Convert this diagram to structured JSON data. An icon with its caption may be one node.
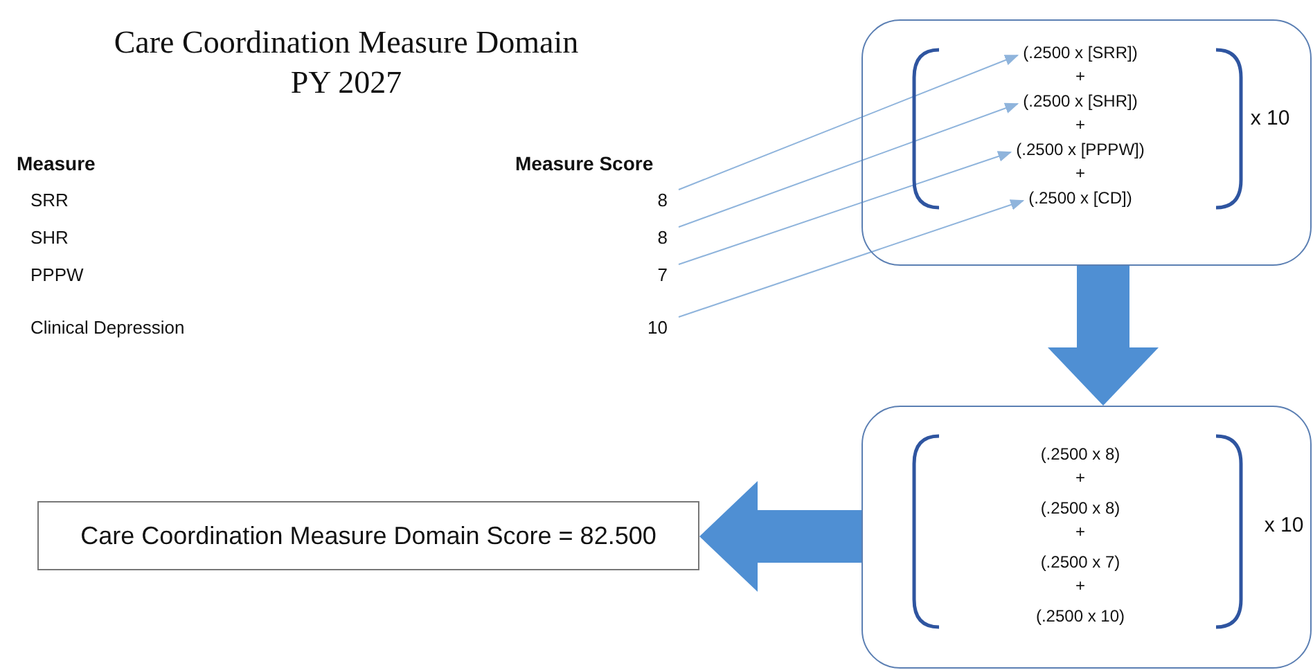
{
  "diagram": {
    "title": "Care Coordination Measure Domain PY 2027",
    "nodes": [
      {
        "text": [
          "8"
        ]
      },
      {
        "text": [
          "8"
        ]
      },
      {
        "text": [
          "7"
        ]
      },
      {
        "text": [
          "10"
        ]
      },
      {
        "text": [
          "+",
          "+",
          "+",
          "x 10"
        ]
      },
      {
        "text": [
          "(.2500 x [SRR])"
        ],
        "in": 4
      },
      {
        "text": [
          "(.2500 x [SHR])"
        ],
        "in": 4
      },
      {
        "text": [
          "(.2500 x [PPPW])"
        ],
        "in": 4
      },
      {
        "text": [
          "(.2500 x [CD])"
        ],
        "in": 4
      },
      {
        "text": [
          "(.2500 x 8)",
          "+",
          "(.2500 x 8)",
          "+",
          "(.2500 x 7)",
          "+",
          "(.2500 x 10)",
          "x 10"
        ]
      },
      {
        "text": [
          "Care Coordination Measure Domain Score = 82.500"
        ]
      }
    ],
    "edges": [
      {
        "from": 0,
        "to": 5,
        "arrow": "to"
      },
      {
        "from": 1,
        "to": 6,
        "arrow": "to"
      },
      {
        "from": 2,
        "to": 7,
        "arrow": "to"
      },
      {
        "from": 3,
        "to": 8,
        "arrow": "to"
      },
      {
        "from": 4,
        "to": 9,
        "arrow": "to",
        "style": "thick",
        "color": "#4f8fd3"
      },
      {
        "from": 9,
        "to": 10,
        "arrow": "to",
        "style": "thick",
        "color": "#4f8fd3"
      }
    ],
    "labels": [
      "Measure",
      "Measure Score",
      "SRR",
      "SHR",
      "PPPW",
      "Clinical Depression"
    ]
  }
}
